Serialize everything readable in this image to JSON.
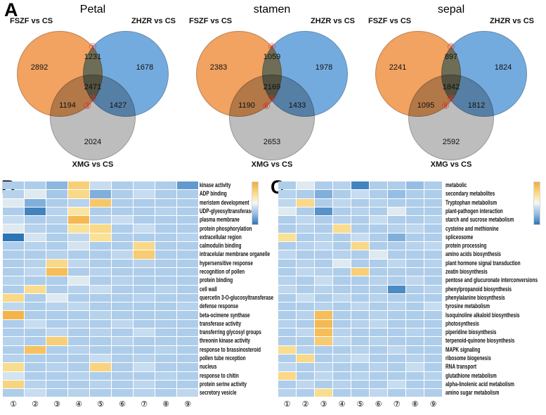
{
  "figure": {
    "panel_a_label": "A",
    "panel_b_label": "B",
    "panel_c_label": "C"
  },
  "colors": {
    "fszf_circle": "#F2A261",
    "zhzr_circle": "#74ABDF",
    "xmg_circle": "#BDBDBD",
    "marker_red": "#D93025",
    "heat_high": "#F2AC3C",
    "heat_low": "#2E75B6"
  },
  "chart_data": [
    {
      "type": "venn",
      "title": "Petal",
      "sets": [
        "FSZF vs CS",
        "ZHZR vs CS",
        "XMG vs CS"
      ],
      "regions": {
        "fszf_only": 2892,
        "fszf_zhzr": 1231,
        "zhzr_only": 1678,
        "all_three": 2471,
        "fszf_xmg": 1194,
        "zhzr_xmg": 1427,
        "xmg_only": 2024
      },
      "markers": {
        "fszf_zhzr": "①",
        "all_three": "②",
        "fszf_xmg": "③"
      }
    },
    {
      "type": "venn",
      "title": "stamen",
      "sets": [
        "FSZF vs CS",
        "ZHZR vs CS",
        "XMG vs CS"
      ],
      "regions": {
        "fszf_only": 2383,
        "fszf_zhzr": 1059,
        "zhzr_only": 1978,
        "all_three": 2169,
        "fszf_xmg": 1190,
        "zhzr_xmg": 1433,
        "xmg_only": 2653
      },
      "markers": {
        "fszf_zhzr": "④",
        "all_three": "⑤",
        "fszf_xmg": "⑥"
      }
    },
    {
      "type": "venn",
      "title": "sepal",
      "sets": [
        "FSZF vs CS",
        "ZHZR vs CS",
        "XMG vs CS"
      ],
      "regions": {
        "fszf_only": 2241,
        "fszf_zhzr": 897,
        "zhzr_only": 1824,
        "all_three": 1842,
        "fszf_xmg": 1095,
        "zhzr_xmg": 1812,
        "xmg_only": 2592
      },
      "markers": {
        "fszf_zhzr": "⑦",
        "all_three": "⑧",
        "fszf_xmg": "⑨"
      }
    },
    {
      "type": "heatmap",
      "panel": "B",
      "columns": [
        "①",
        "②",
        "③",
        "④",
        "⑤",
        "⑥",
        "⑦",
        "⑧",
        "⑨"
      ],
      "rows": [
        "kinase activity",
        "ADP binding",
        "meristem development",
        "UDP-glyeosyltransferase",
        "plasma membrane",
        "protein phosphorylation",
        "extracellular region",
        "calmodulin binding",
        "intracelular membrane organelle",
        "hypersensitive response",
        "recognition of pollen",
        "protein binding",
        "cell wall",
        "quercetin 3-O-glucosyltransferase",
        "defense response",
        "beta-ocimene synthase",
        "transferase activity",
        "transferring glycosyl groups",
        "threonin kinase activity",
        "response to brassinosteroid",
        "pollen tube reception",
        "nucleus",
        "response to chitin",
        "protein serine activity",
        "secretory vesicle"
      ],
      "values": [
        [
          -0.7,
          -0.7,
          -1.1,
          1.2,
          -0.4,
          -0.7,
          -0.6,
          -0.7,
          -1.5
        ],
        [
          -0.6,
          -0.2,
          -0.8,
          1.0,
          -1.2,
          -0.7,
          -0.4,
          -0.7,
          -0.7
        ],
        [
          -0.2,
          -1.2,
          -0.7,
          -0.6,
          1.4,
          -0.7,
          -0.7,
          -0.7,
          -0.7
        ],
        [
          -0.7,
          -1.8,
          -0.6,
          0.7,
          -0.7,
          -0.7,
          -0.7,
          -0.6,
          -0.7
        ],
        [
          -0.4,
          -0.7,
          -0.6,
          1.7,
          -0.6,
          -0.4,
          -0.7,
          -0.7,
          -0.7
        ],
        [
          -0.2,
          -0.6,
          -0.7,
          0.8,
          1.0,
          -0.7,
          -0.4,
          -0.7,
          -0.7
        ],
        [
          -2.0,
          -0.3,
          -0.7,
          -0.5,
          0.8,
          -0.7,
          -0.7,
          -0.7,
          -0.6
        ],
        [
          -0.7,
          -0.6,
          -0.7,
          -0.3,
          -0.7,
          -0.7,
          1.0,
          -0.7,
          -0.7
        ],
        [
          -0.7,
          -0.7,
          -0.6,
          -0.7,
          -0.7,
          -0.5,
          1.3,
          -0.7,
          -0.7
        ],
        [
          -0.7,
          -0.6,
          1.0,
          -0.5,
          -0.7,
          -0.7,
          -0.6,
          -0.7,
          -0.7
        ],
        [
          -0.7,
          -0.5,
          1.6,
          -0.7,
          -0.6,
          -0.7,
          -0.7,
          -0.7,
          -0.7
        ],
        [
          -0.6,
          -0.7,
          -0.7,
          -0.2,
          -0.7,
          -0.6,
          -0.7,
          -0.7,
          -0.7
        ],
        [
          -0.7,
          0.9,
          -0.7,
          -0.6,
          -0.4,
          -0.7,
          -0.7,
          -0.6,
          -0.7
        ],
        [
          1.0,
          -0.7,
          -0.2,
          -0.7,
          -0.7,
          -0.7,
          -0.6,
          -0.7,
          -0.7
        ],
        [
          -0.5,
          -0.7,
          -0.6,
          -0.5,
          -0.7,
          -0.7,
          -0.7,
          -0.7,
          -0.6
        ],
        [
          1.8,
          -0.7,
          -0.7,
          -0.7,
          -0.6,
          -0.7,
          -0.7,
          -0.7,
          -0.7
        ],
        [
          -0.7,
          -0.4,
          -0.7,
          -0.6,
          -0.7,
          -0.5,
          -0.7,
          -0.7,
          -0.7
        ],
        [
          -0.7,
          -0.7,
          -0.5,
          -0.7,
          -0.6,
          -0.7,
          -0.4,
          -0.7,
          -0.7
        ],
        [
          -0.6,
          -0.7,
          1.2,
          -0.7,
          -0.7,
          -0.6,
          -0.7,
          -0.7,
          -0.7
        ],
        [
          -0.7,
          1.5,
          -0.7,
          -0.6,
          -0.7,
          -0.7,
          -0.7,
          -0.6,
          -0.7
        ],
        [
          -0.6,
          -0.7,
          -0.7,
          -0.7,
          -0.4,
          -0.7,
          -0.6,
          -0.7,
          -0.7
        ],
        [
          0.9,
          -0.7,
          -0.6,
          -0.7,
          1.1,
          -0.7,
          -0.4,
          -0.7,
          -0.7
        ],
        [
          -0.3,
          -0.7,
          -0.7,
          -0.6,
          -0.7,
          -0.7,
          -0.7,
          -0.6,
          -0.7
        ],
        [
          1.1,
          -0.6,
          -0.7,
          -0.7,
          -0.6,
          -0.7,
          -0.5,
          -0.7,
          -0.7
        ],
        [
          -0.7,
          -0.4,
          -0.7,
          -0.6,
          -0.7,
          -0.7,
          -0.6,
          -0.7,
          -0.5
        ]
      ],
      "scale": {
        "min": -2,
        "max": 2,
        "stops": [
          [
            -2,
            "#2E75B6"
          ],
          [
            -1,
            "#96BEE4"
          ],
          [
            -0.4,
            "#C6DCF0"
          ],
          [
            0,
            "#F8F8F0"
          ],
          [
            0.8,
            "#FAE196"
          ],
          [
            2,
            "#F2AC3C"
          ]
        ]
      }
    },
    {
      "type": "heatmap",
      "panel": "C",
      "columns": [
        "①",
        "②",
        "③",
        "④",
        "⑤",
        "⑥",
        "⑦",
        "⑧",
        "⑨"
      ],
      "rows": [
        "metabolic",
        "secondary metabolites",
        "Tryptophan metabolism",
        "plant-pathogen interaction",
        "starch and sucrose metabolism",
        "cysteine and methionine",
        "spliceosome",
        "protein processing",
        "amino acids biosynthesis",
        "plant hormone signal transduction",
        "zeatin biosynthesis",
        "pentose and glucuronate interconversions",
        "phenylpropanoid biosynthesis",
        "phenylalanine biosynthesis",
        "tyrosine metabolism",
        "Isoquinoline alkaloid biosynthesis",
        "photosynthesis",
        "piperidine biosynthesis",
        "terpenoid-quinone biosynthesis",
        "MAPK signaling",
        "ribosome biogenesis",
        "RNA transport",
        "glutathione metabolism",
        "alpha-linolenic acid metabolism",
        "amino sugar metabolism"
      ],
      "values": [
        [
          -0.7,
          -0.2,
          -0.7,
          -0.6,
          -1.8,
          -0.7,
          -0.7,
          -1.0,
          -0.7
        ],
        [
          -0.6,
          -0.7,
          -1.2,
          -0.7,
          -0.4,
          -0.7,
          -1.0,
          -0.7,
          -0.7
        ],
        [
          -0.5,
          1.0,
          -0.7,
          -0.5,
          -0.7,
          -0.6,
          -0.7,
          -0.7,
          -0.7
        ],
        [
          -0.2,
          -0.7,
          -1.6,
          -0.7,
          -0.6,
          -0.7,
          -0.2,
          -0.7,
          -0.7
        ],
        [
          -0.7,
          -0.5,
          -0.7,
          -0.6,
          -0.7,
          -0.4,
          -0.7,
          -0.7,
          -0.6
        ],
        [
          -0.7,
          -0.6,
          -0.7,
          0.9,
          -0.7,
          -0.7,
          -0.6,
          -0.5,
          -0.7
        ],
        [
          0.8,
          -0.7,
          -0.6,
          -0.7,
          -0.4,
          -0.7,
          -1.2,
          -0.7,
          -0.7
        ],
        [
          -0.7,
          -0.6,
          -0.5,
          -0.7,
          1.0,
          -0.7,
          -0.7,
          -0.6,
          -0.5
        ],
        [
          -0.5,
          -0.7,
          -0.7,
          -0.6,
          -0.7,
          -0.2,
          -0.7,
          -0.7,
          -0.7
        ],
        [
          -0.7,
          -0.6,
          -0.7,
          -0.2,
          -0.7,
          -0.7,
          -0.5,
          -0.7,
          -0.6
        ],
        [
          -0.7,
          -0.5,
          -0.6,
          -0.7,
          1.2,
          -0.7,
          -0.7,
          -0.7,
          -0.7
        ],
        [
          -0.6,
          -0.7,
          -0.4,
          -0.7,
          -0.7,
          -0.6,
          -0.7,
          -0.5,
          -0.7
        ],
        [
          -0.5,
          -0.7,
          -0.6,
          -0.7,
          -0.7,
          -0.7,
          -1.7,
          -0.7,
          -0.6
        ],
        [
          -0.7,
          -0.4,
          -0.7,
          -0.5,
          -0.7,
          -0.6,
          -0.7,
          -0.7,
          -0.7
        ],
        [
          -0.7,
          -0.7,
          -0.6,
          -0.7,
          -0.5,
          -0.7,
          -0.6,
          -0.7,
          -0.4
        ],
        [
          -0.7,
          -0.6,
          1.6,
          -0.7,
          -0.7,
          -0.6,
          -0.7,
          -0.7,
          -0.7
        ],
        [
          -0.6,
          -0.7,
          1.7,
          -0.7,
          -0.6,
          -0.5,
          -0.7,
          -0.7,
          -0.7
        ],
        [
          -0.7,
          -0.5,
          1.6,
          -0.6,
          -0.7,
          -0.7,
          -0.7,
          -0.6,
          -0.7
        ],
        [
          -0.7,
          -0.7,
          1.3,
          -0.5,
          -0.7,
          -0.6,
          -0.7,
          -0.7,
          -0.7
        ],
        [
          0.9,
          -0.6,
          -0.7,
          -0.7,
          -0.6,
          -0.7,
          -0.5,
          -0.7,
          -0.7
        ],
        [
          -0.7,
          1.0,
          -0.7,
          -0.6,
          -0.4,
          -0.7,
          -0.7,
          -0.6,
          -0.7
        ],
        [
          -0.5,
          -0.7,
          -0.6,
          -0.7,
          -0.7,
          -0.6,
          -0.7,
          -0.4,
          -0.7
        ],
        [
          1.0,
          -0.7,
          -0.5,
          -0.7,
          -0.6,
          -0.7,
          -0.7,
          -0.7,
          -0.6
        ],
        [
          -0.7,
          -0.5,
          -0.7,
          -0.6,
          -0.7,
          -0.7,
          -0.4,
          -0.7,
          -0.7
        ],
        [
          -0.6,
          -0.7,
          0.9,
          -0.7,
          -0.7,
          -0.5,
          -0.7,
          -0.6,
          -0.7
        ]
      ],
      "scale": {
        "min": -2,
        "max": 2,
        "stops": [
          [
            -2,
            "#2E75B6"
          ],
          [
            -1,
            "#96BEE4"
          ],
          [
            -0.4,
            "#C6DCF0"
          ],
          [
            0,
            "#F8F8F0"
          ],
          [
            0.8,
            "#FAE196"
          ],
          [
            2,
            "#F2AC3C"
          ]
        ]
      }
    }
  ]
}
